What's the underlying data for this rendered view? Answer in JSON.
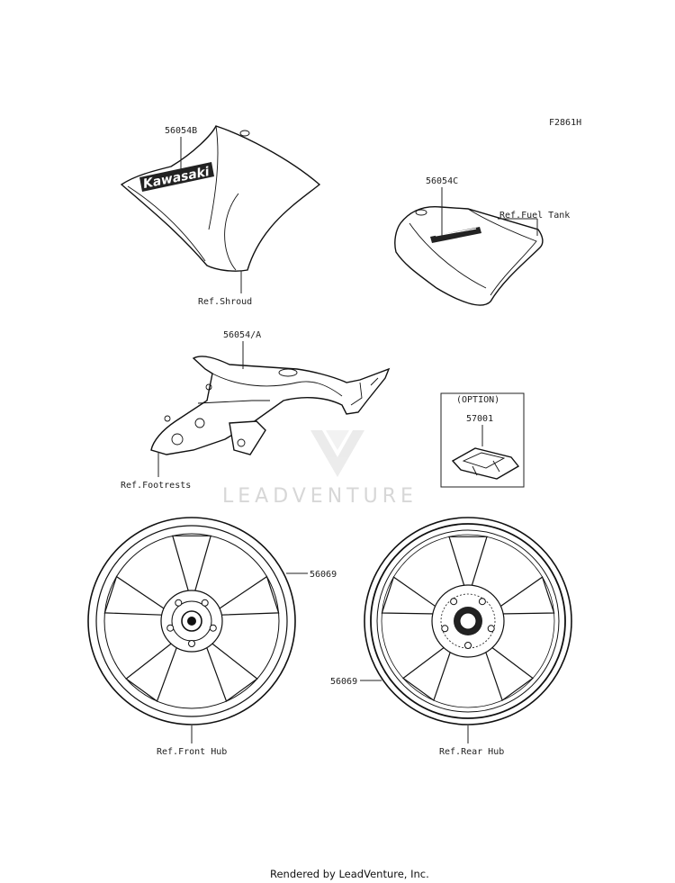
{
  "figure_code": "F2861H",
  "parts": {
    "shroud_decal": {
      "number": "56054B",
      "ref": "Ref.Shroud",
      "decal_text": "Kawasaki"
    },
    "tank_decal": {
      "number": "56054C",
      "ref": "Ref.Fuel Tank"
    },
    "footrest_decal": {
      "number": "56054/A",
      "ref": "Ref.Footrests"
    },
    "option_item": {
      "option_label": "(OPTION)",
      "number": "57001"
    },
    "front_wheel": {
      "number": "56069",
      "ref": "Ref.Front Hub"
    },
    "rear_wheel": {
      "number": "56069",
      "ref": "Ref.Rear Hub"
    }
  },
  "watermark": "LEADVENTURE",
  "footer": "Rendered by LeadVenture, Inc.",
  "icons": [
    "shroud-icon",
    "fuel-tank-icon",
    "footrest-bracket-icon",
    "option-part-icon",
    "front-wheel-icon",
    "rear-wheel-icon",
    "leadventure-logo-icon"
  ]
}
